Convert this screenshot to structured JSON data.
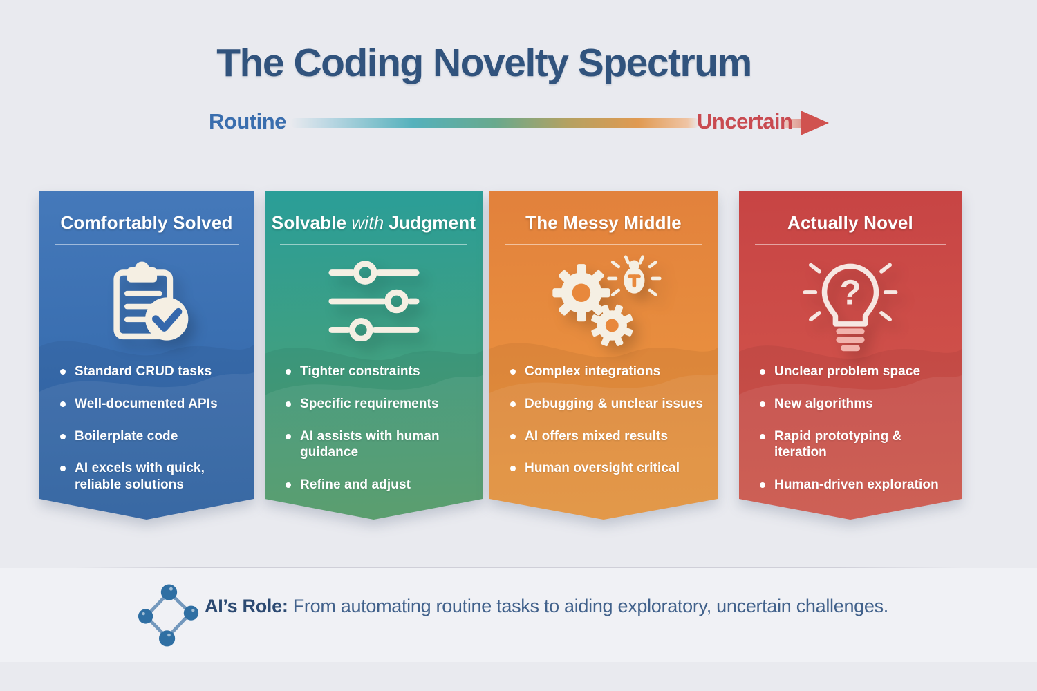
{
  "title": "The Coding Novelty Spectrum",
  "spectrum": {
    "left_label": "Routine",
    "right_label": "Uncertain",
    "gradient": [
      "#e9eaef00 0%",
      "#b8d6e2 10%",
      "#55b1bc 30%",
      "#68a98d 50%",
      "#b5a161 68%",
      "#e09a52 85%",
      "#efc4a4 97%",
      "#efc4a400 100%"
    ]
  },
  "cards": [
    {
      "title_a": "Comfortably Solved",
      "icon": "clipboard-check-icon",
      "bullets": [
        "Standard CRUD tasks",
        "Well-documented APIs",
        "Boilerplate code",
        "AI excels with quick, reliable solutions"
      ],
      "colors": {
        "top": "#4579ba",
        "bottom": "#2d63a6",
        "accent": "#3568ac"
      }
    },
    {
      "title_a": "Solvable",
      "title_b": "with",
      "title_c": "Judgment",
      "icon": "sliders-icon",
      "bullets": [
        "Tighter constraints",
        "Specific requirements",
        "AI assists with human guidance",
        "Refine and adjust"
      ],
      "colors": {
        "top": "#2a9e98",
        "bottom": "#55a06a",
        "accent": "#2a9e98"
      }
    },
    {
      "title_a": "The Messy Middle",
      "icon": "gears-bug-icon",
      "bullets": [
        "Complex integrations",
        "Debugging & unclear issues",
        "AI offers mixed results",
        "Human oversight critical"
      ],
      "colors": {
        "top": "#e2813c",
        "bottom": "#ee9a40",
        "accent": "#e8883c"
      }
    },
    {
      "title_a": "Actually Novel",
      "icon": "lightbulb-question-icon",
      "bullets": [
        "Unclear problem space",
        "New algorithms",
        "Rapid prototyping & iteration",
        "Human-driven exploration"
      ],
      "colors": {
        "top": "#c74444",
        "bottom": "#d65a4e",
        "accent": "#cf4f48"
      }
    }
  ],
  "footer": {
    "label": "AI’s Role:",
    "text": "From automating routine tasks to aiding exploratory, uncertain challenges.",
    "icon": "network-nodes-icon"
  },
  "colors": {
    "background": "#e9eaef",
    "band": "#f0f1f5",
    "title": "#31537d",
    "routine": "#3a6eae",
    "uncertain": "#c94b51",
    "divider": "#cfcfd8",
    "footer_label": "#2c4a72",
    "footer_text": "#41618b",
    "node": "#2f6fa3",
    "node_link": "#7398bd",
    "arrow": "#d0524f",
    "connector_from": "#ecc5bb",
    "connector_to": "#d98f88",
    "icon_cream": "#f5efe3",
    "bulb_pink": "#f2b3ac",
    "bulb_soft": "#f6e7e2"
  }
}
